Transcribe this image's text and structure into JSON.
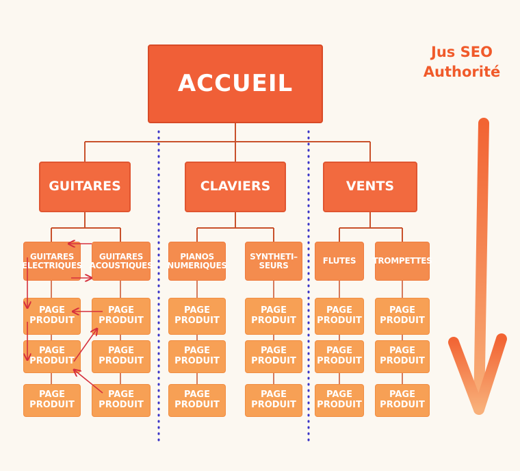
{
  "root": {
    "label": "ACCUEIL"
  },
  "legend": {
    "line1": "Jus SEO",
    "line2": "Authorité"
  },
  "categories": [
    {
      "label": "GUITARES"
    },
    {
      "label": "CLAVIERS"
    },
    {
      "label": "VENTS"
    }
  ],
  "subcategories": [
    {
      "line1": "GUITARES",
      "line2": "ELECTRIQUES"
    },
    {
      "line1": "GUITARES",
      "line2": "ACOUSTIQUES"
    },
    {
      "line1": "PIANOS",
      "line2": "NUMERIQUES"
    },
    {
      "line1": "SYNTHETI–",
      "line2": "SEURS"
    },
    {
      "line1": "FLUTES",
      "line2": ""
    },
    {
      "line1": "TROMPETTES",
      "line2": ""
    }
  ],
  "product_page": {
    "line1": "PAGE",
    "line2": "PRODUIT"
  },
  "colors": {
    "root": "#f05f37",
    "category": "#f26a3f",
    "subcategory": "#f48c4e",
    "page": "#f7a055",
    "connector": "#c8502a",
    "divider": "#3b35c8",
    "internal_link": "#d52f3d",
    "authority_arrow": "#f26433"
  }
}
